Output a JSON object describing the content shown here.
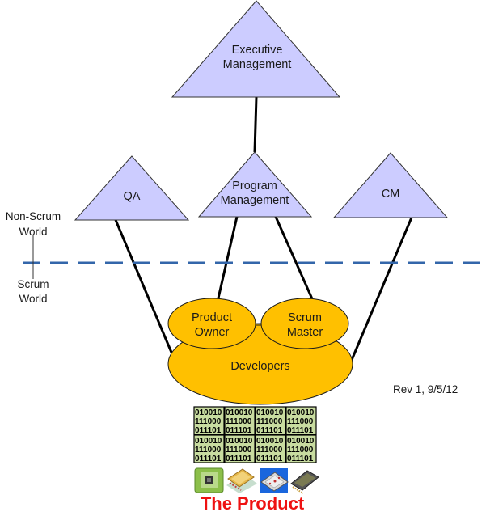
{
  "diagram": {
    "nodes": {
      "executive": {
        "line1": "Executive",
        "line2": "Management",
        "shape": "triangle"
      },
      "qa": {
        "label": "QA",
        "shape": "triangle"
      },
      "program": {
        "line1": "Program",
        "line2": "Management",
        "shape": "triangle"
      },
      "cm": {
        "label": "CM",
        "shape": "triangle"
      },
      "product_owner": {
        "line1": "Product",
        "line2": "Owner",
        "shape": "ellipse"
      },
      "scrum_master": {
        "line1": "Scrum",
        "line2": "Master",
        "shape": "ellipse"
      },
      "developers": {
        "label": "Developers",
        "shape": "ellipse"
      }
    },
    "edges": [
      {
        "from": "executive",
        "to": "program"
      },
      {
        "from": "qa",
        "to": "developers"
      },
      {
        "from": "program",
        "to": "product_owner"
      },
      {
        "from": "program",
        "to": "scrum_master"
      },
      {
        "from": "cm",
        "to": "developers"
      }
    ],
    "boundary": {
      "upper_line1": "Non-Scrum",
      "upper_line2": "World",
      "lower_line1": "Scrum",
      "lower_line2": "World",
      "line_color": "#3366aa"
    },
    "revision": "Rev 1, 9/5/12",
    "product": {
      "title": "The Product",
      "binary_rows": [
        "010010",
        "111000",
        "011101"
      ],
      "chip_icons": [
        "green-chip-icon",
        "gold-chip-icon",
        "blue-chip-icon",
        "dark-chip-icon"
      ]
    },
    "colors": {
      "triangle_fill": "#ccccff",
      "ellipse_fill": "#ffc000",
      "product_title": "#ee1111",
      "dashed_line": "#3366aa"
    }
  }
}
